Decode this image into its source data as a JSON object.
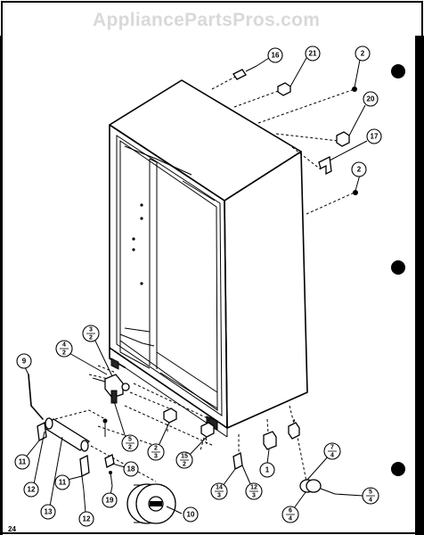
{
  "watermark": "AppliancePartsPros.com",
  "page_number": "24",
  "callouts": [
    {
      "id": "c16",
      "label": "16"
    },
    {
      "id": "c21",
      "label": "21"
    },
    {
      "id": "c2a",
      "label": "2"
    },
    {
      "id": "c20",
      "label": "20"
    },
    {
      "id": "c17",
      "label": "17"
    },
    {
      "id": "c2b",
      "label": "2"
    },
    {
      "id": "c4-2",
      "num": "4",
      "den": "2"
    },
    {
      "id": "c3-2",
      "num": "3",
      "den": "2"
    },
    {
      "id": "c9",
      "label": "9"
    },
    {
      "id": "c5-2",
      "num": "5",
      "den": "2"
    },
    {
      "id": "c2-3",
      "num": "2",
      "den": "3"
    },
    {
      "id": "c15-2",
      "num": "15",
      "den": "2"
    },
    {
      "id": "c11a",
      "label": "11"
    },
    {
      "id": "c12a",
      "label": "12"
    },
    {
      "id": "c13",
      "label": "13"
    },
    {
      "id": "c11b",
      "label": "11"
    },
    {
      "id": "c12b",
      "label": "12"
    },
    {
      "id": "c18",
      "label": "18"
    },
    {
      "id": "c19",
      "label": "19"
    },
    {
      "id": "c10",
      "label": "10"
    },
    {
      "id": "c14-3",
      "num": "14",
      "den": "3"
    },
    {
      "id": "c1",
      "label": "1"
    },
    {
      "id": "c12-3",
      "num": "12",
      "den": "3"
    },
    {
      "id": "c7-4",
      "num": "7",
      "den": "4"
    },
    {
      "id": "c6-4",
      "num": "6",
      "den": "4"
    },
    {
      "id": "c5-4",
      "num": "5",
      "den": "4"
    }
  ]
}
